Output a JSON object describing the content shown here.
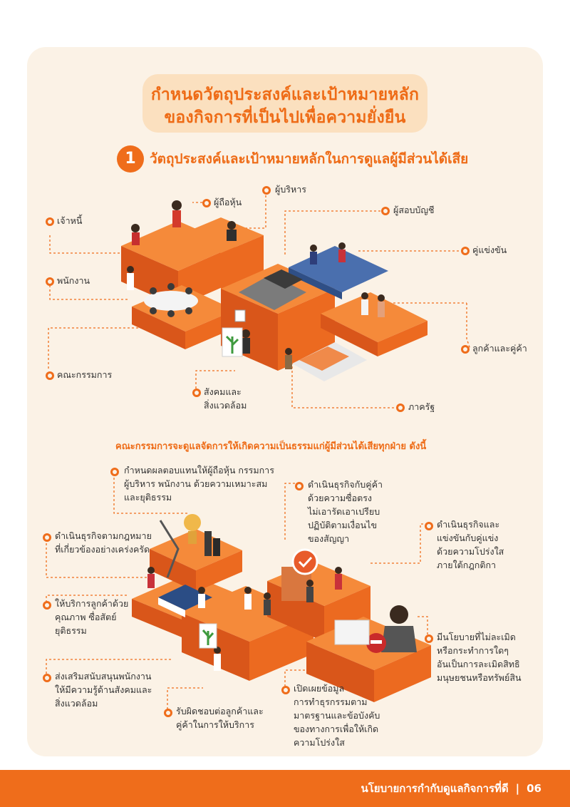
{
  "title": {
    "line1": "กำหนดวัตถุประสงค์และเป้าหมายหลัก",
    "line2": "ของกิจการที่เป็นไปเพื่อความยั่งยืน"
  },
  "section": {
    "number": "1",
    "title": "วัตถุประสงค์และเป้าหมายหลักในการดูแลผู้มีส่วนได้เสีย"
  },
  "stakeholders": [
    {
      "label": "ผู้ถือหุ้น"
    },
    {
      "label": "ผู้บริหาร"
    },
    {
      "label": "เจ้าหนี้"
    },
    {
      "label": "ผู้สอบบัญชี"
    },
    {
      "label": "คู่แข่งขัน"
    },
    {
      "label": "พนักงาน"
    },
    {
      "label": "ลูกค้าและคู่ค้า"
    },
    {
      "label": "คณะกรรมการ"
    },
    {
      "label": "สังคมและ",
      "label2": "สิ่งแวดล้อม"
    },
    {
      "label": "ภาครัฐ"
    }
  ],
  "subheading": "คณะกรรมการจะดูแลจัดการให้เกิดความเป็นธรรมแก่ผู้มีส่วนได้เสียทุกฝ่าย ดังนี้",
  "principles": [
    {
      "lines": [
        "กำหนดผลตอบแทนให้ผู้ถือหุ้น กรรมการ",
        "ผู้บริหาร พนักงาน ด้วยความเหมาะสม",
        "และยุติธรรม"
      ]
    },
    {
      "lines": [
        "ดำเนินธุรกิจกับคู่ค้า",
        "ด้วยความซื่อตรง",
        "ไม่เอารัดเอาเปรียบ",
        "ปฏิบัติตามเงื่อนไข",
        "ของสัญญา"
      ]
    },
    {
      "lines": [
        "ดำเนินธุรกิจและ",
        "แข่งขันกับคู่แข่ง",
        "ด้วยความโปร่งใส",
        "ภายใต้กฎกติกา"
      ]
    },
    {
      "lines": [
        "ดำเนินธุรกิจตามกฎหมาย",
        "ที่เกี่ยวข้องอย่างเคร่งครัด"
      ]
    },
    {
      "lines": [
        "ให้บริการลูกค้าด้วย",
        "คุณภาพ ซื่อสัตย์",
        "ยุติธรรม"
      ]
    },
    {
      "lines": [
        "มีนโยบายที่ไม่ละเมิด",
        "หรือกระทำการใดๆ",
        "อันเป็นการละเมิดสิทธิ",
        "มนุษยชนหรือทรัพย์สิน"
      ]
    },
    {
      "lines": [
        "ส่งเสริมสนับสนุนพนักงาน",
        "ให้มีความรู้ด้านสังคมและ",
        "สิ่งแวดล้อม"
      ]
    },
    {
      "lines": [
        "รับผิดชอบต่อลูกค้าและ",
        "คู่ค้าในการให้บริการ"
      ]
    },
    {
      "lines": [
        "เปิดเผยข้อมูล",
        "การทำธุรกรรมตาม",
        "มาตรฐานและข้อบังคับ",
        "ของทางการเพื่อให้เกิด",
        "ความโปร่งใส"
      ]
    }
  ],
  "footer": {
    "text": "นโยบายการกำกับดูแลกิจการที่ดี",
    "separator": "|",
    "page": "06"
  },
  "colors": {
    "accent": "#ef6d1b",
    "card_bg": "#fbf2e6",
    "title_bg": "#fbe0bf"
  },
  "icons": {
    "bullet": "circle-bullet-icon",
    "illustration_1": "isometric-stakeholder-illustration",
    "illustration_2": "isometric-fairness-illustration"
  }
}
